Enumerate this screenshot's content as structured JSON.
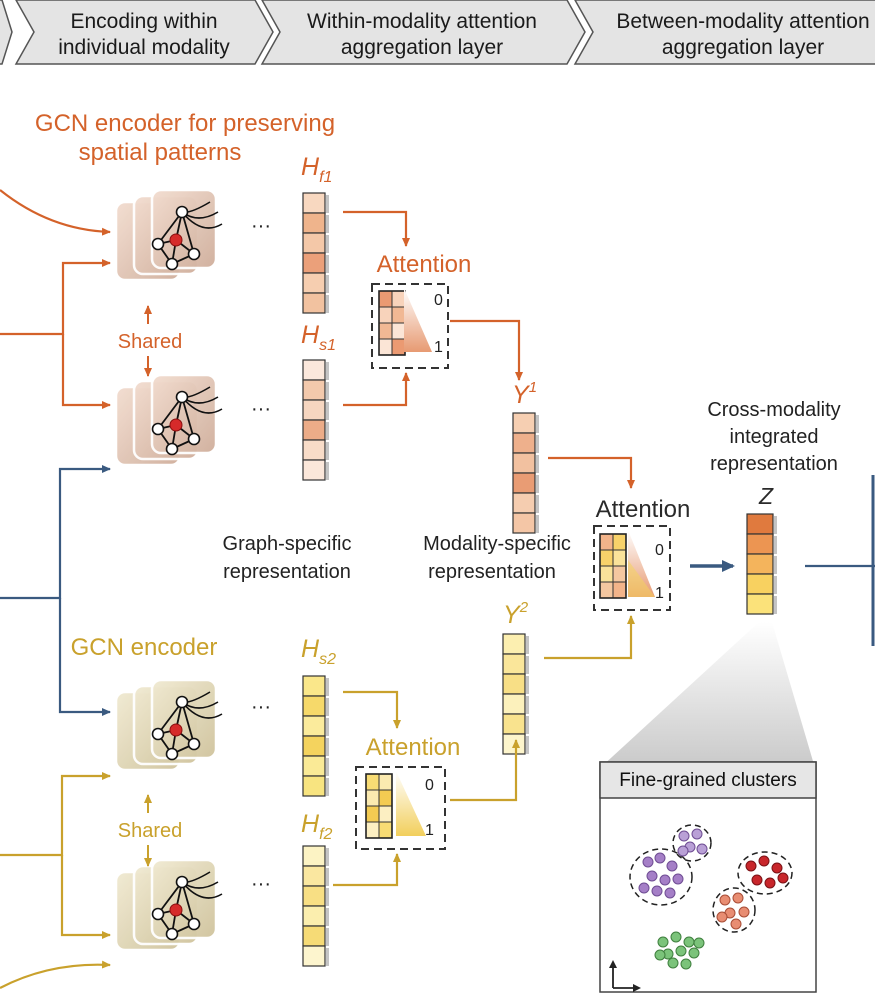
{
  "banner": [
    {
      "line1": "Encoding within",
      "line2": "individual modality"
    },
    {
      "line1": "Within-modality attention",
      "line2": "aggregation layer"
    },
    {
      "line1": "Between-modality attention",
      "line2": "aggregation layer"
    }
  ],
  "labels": {
    "gcn_top_line1": "GCN encoder for preserving",
    "gcn_top_line2": "spatial patterns",
    "gcn_bottom": "GCN encoder",
    "shared_top": "Shared",
    "shared_bottom": "Shared",
    "attention_top": "Attention",
    "attention_mid": "Attention",
    "attention_bottom": "Attention",
    "graph_specific_line1": "Graph-specific",
    "graph_specific_line2": "representation",
    "modality_specific_line1": "Modality-specific",
    "modality_specific_line2": "representation",
    "cross_modality_line1": "Cross-modality",
    "cross_modality_line2": "integrated",
    "cross_modality_line3": "representation",
    "fine_grained": "Fine-grained clusters",
    "ellipsis": "···",
    "scale_zero": "0",
    "scale_one": "1"
  },
  "symbols": {
    "hf1": {
      "base": "H",
      "sub": "f1"
    },
    "hs1": {
      "base": "H",
      "sub": "s1"
    },
    "hs2": {
      "base": "H",
      "sub": "s2"
    },
    "hf2": {
      "base": "H",
      "sub": "f2"
    },
    "y1": {
      "base": "Y",
      "sup": "1"
    },
    "y2": {
      "base": "Y",
      "sup": "2"
    },
    "z": {
      "base": "Z"
    }
  },
  "colors": {
    "orange": "#d4622a",
    "gold": "#c9a12c",
    "navy": "#3a5a80",
    "banner_fill": "#e4e4e4",
    "cluster_purple": "#a57fc7",
    "cluster_red": "#c8262b",
    "cluster_salmon": "#e88d72",
    "cluster_green": "#7bc37a"
  }
}
